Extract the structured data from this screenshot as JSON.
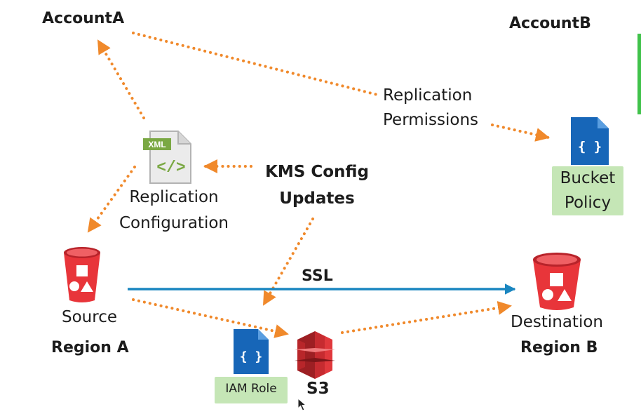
{
  "labels": {
    "account_a": "AccountA",
    "account_b": "AccountB",
    "replication_permissions": [
      "Replication",
      "Permissions"
    ],
    "replication_configuration": [
      "Replication",
      "Configuration"
    ],
    "kms_config_updates": [
      "KMS Config",
      "Updates"
    ],
    "bucket_policy": [
      "Bucket",
      "Policy"
    ],
    "ssl": "SSL",
    "source": "Source",
    "region_a": "Region A",
    "destination": "Destination",
    "region_b": "Region B",
    "iam_role": "IAM Role",
    "s3": "S3",
    "xml_badge": "XML",
    "xml_code": "</>",
    "json_braces": "{ }"
  },
  "icons": {
    "xml_document": "xml-document-icon",
    "bucket_policy_document": "json-document-icon",
    "iam_role_document": "json-document-icon",
    "source_bucket": "s3-bucket-icon",
    "destination_bucket": "s3-bucket-icon",
    "s3_service": "amazon-s3-icon",
    "mouse_pointer": "cursor-arrow-icon"
  },
  "colors": {
    "dotted_arrow": "#f0892b",
    "ssl_arrow": "#1a86c0",
    "bucket_red": "#e8353a",
    "s3_red": "#d42f2f",
    "document_blue": "#1766b8",
    "xml_green": "#7aa843",
    "note_green": "#c5e6b6",
    "side_accent": "#40c24a"
  }
}
